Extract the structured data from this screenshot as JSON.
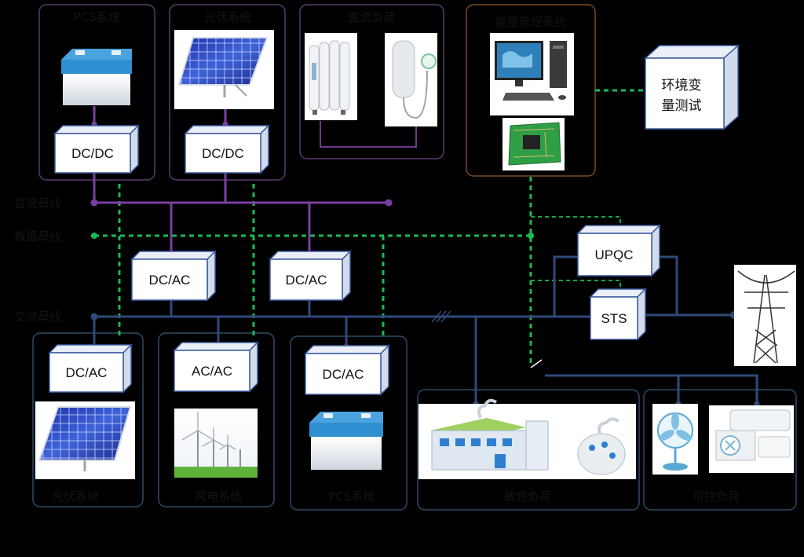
{
  "groups": {
    "top_battery": "PCS系统",
    "top_pv": "光伏系统",
    "dc_load": "直流负荷",
    "ems": "能量管理系统",
    "bottom_pv": "光伏系统",
    "wind": "风电系统",
    "bottom_battery": "PCS系统",
    "sensitive_load": "敏感负荷",
    "controllable_load": "可控负荷"
  },
  "buses": {
    "dc": "直流母线",
    "data": "数据母线",
    "ac": "交流母线"
  },
  "converters": {
    "dcdc_1": "DC/DC",
    "dcdc_2": "DC/DC",
    "dcac_1": "DC/AC",
    "dcac_2": "DC/AC",
    "dcac_3": "DC/AC",
    "acac": "AC/AC",
    "dcac_4": "DC/AC",
    "upqc": "UPQC",
    "sts": "STS"
  },
  "env_box": {
    "line1": "环境变",
    "line2": "量测试"
  },
  "colors": {
    "background": "#000000",
    "dc_bus": "#7B3FA0",
    "data_bus": "#1DB954",
    "ac_bus": "#2F4A7A",
    "box_front": "#FFFFFF",
    "box_border": "#3B5BA0",
    "group_frame_purple": "#5A3A6E",
    "group_frame_blue": "#2E4A66",
    "group_frame_orange": "#7A4A20"
  }
}
